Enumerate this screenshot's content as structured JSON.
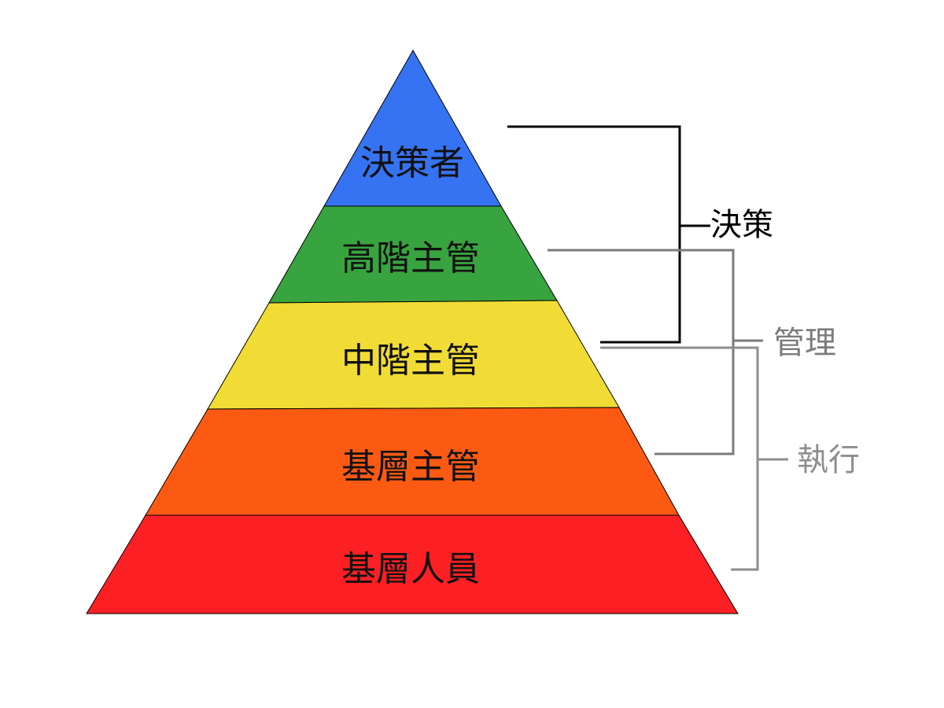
{
  "pyramid": {
    "layers": [
      {
        "label": "決策者",
        "color": "#3673F2"
      },
      {
        "label": "高階主管",
        "color": "#38A43F"
      },
      {
        "label": "中階主管",
        "color": "#F1DC35"
      },
      {
        "label": "基層主管",
        "color": "#FC5A12"
      },
      {
        "label": "基層人員",
        "color": "#FC2024"
      }
    ]
  },
  "brackets": {
    "decision": {
      "label": "決策",
      "color": "#000000"
    },
    "management": {
      "label": "管理",
      "color": "#7B7B7B"
    },
    "execution": {
      "label": "執行",
      "color": "#8E8E8E"
    }
  }
}
